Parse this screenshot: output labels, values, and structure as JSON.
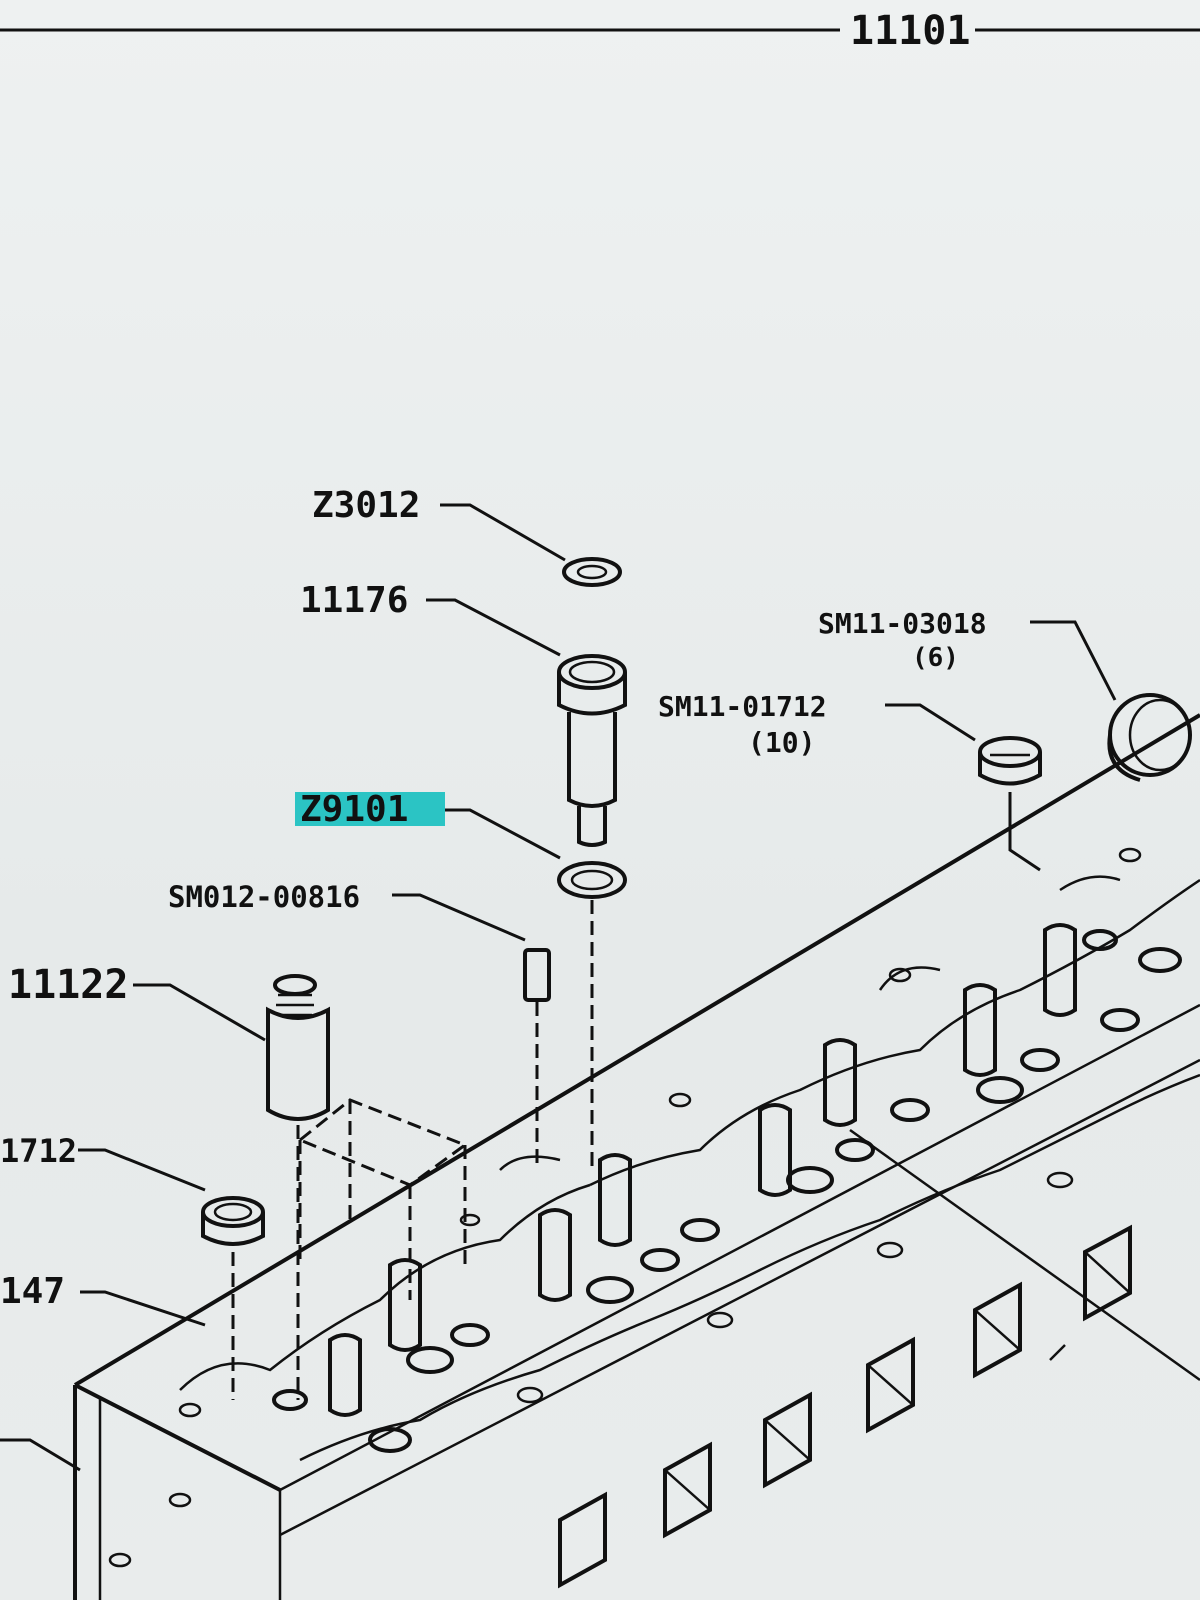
{
  "diagram": {
    "page_number": "11101",
    "highlight_color": "#2bc4c4",
    "line_color": "#111111",
    "background_color": "#e8ecec",
    "labels": {
      "z23012": "Z3012",
      "p11176": "11176",
      "z91001": "Z9101",
      "sm12_00816": "SM012-00816",
      "p11122": "11122",
      "p_1712_left": "1712",
      "p_147_left": "147",
      "sm11_03018": "SM11-03018",
      "sm11_03018_qty": "(6)",
      "sm11_01712": "SM11-01712",
      "sm11_01712_qty": "(10)"
    },
    "highlighted_label": "Z9101"
  }
}
